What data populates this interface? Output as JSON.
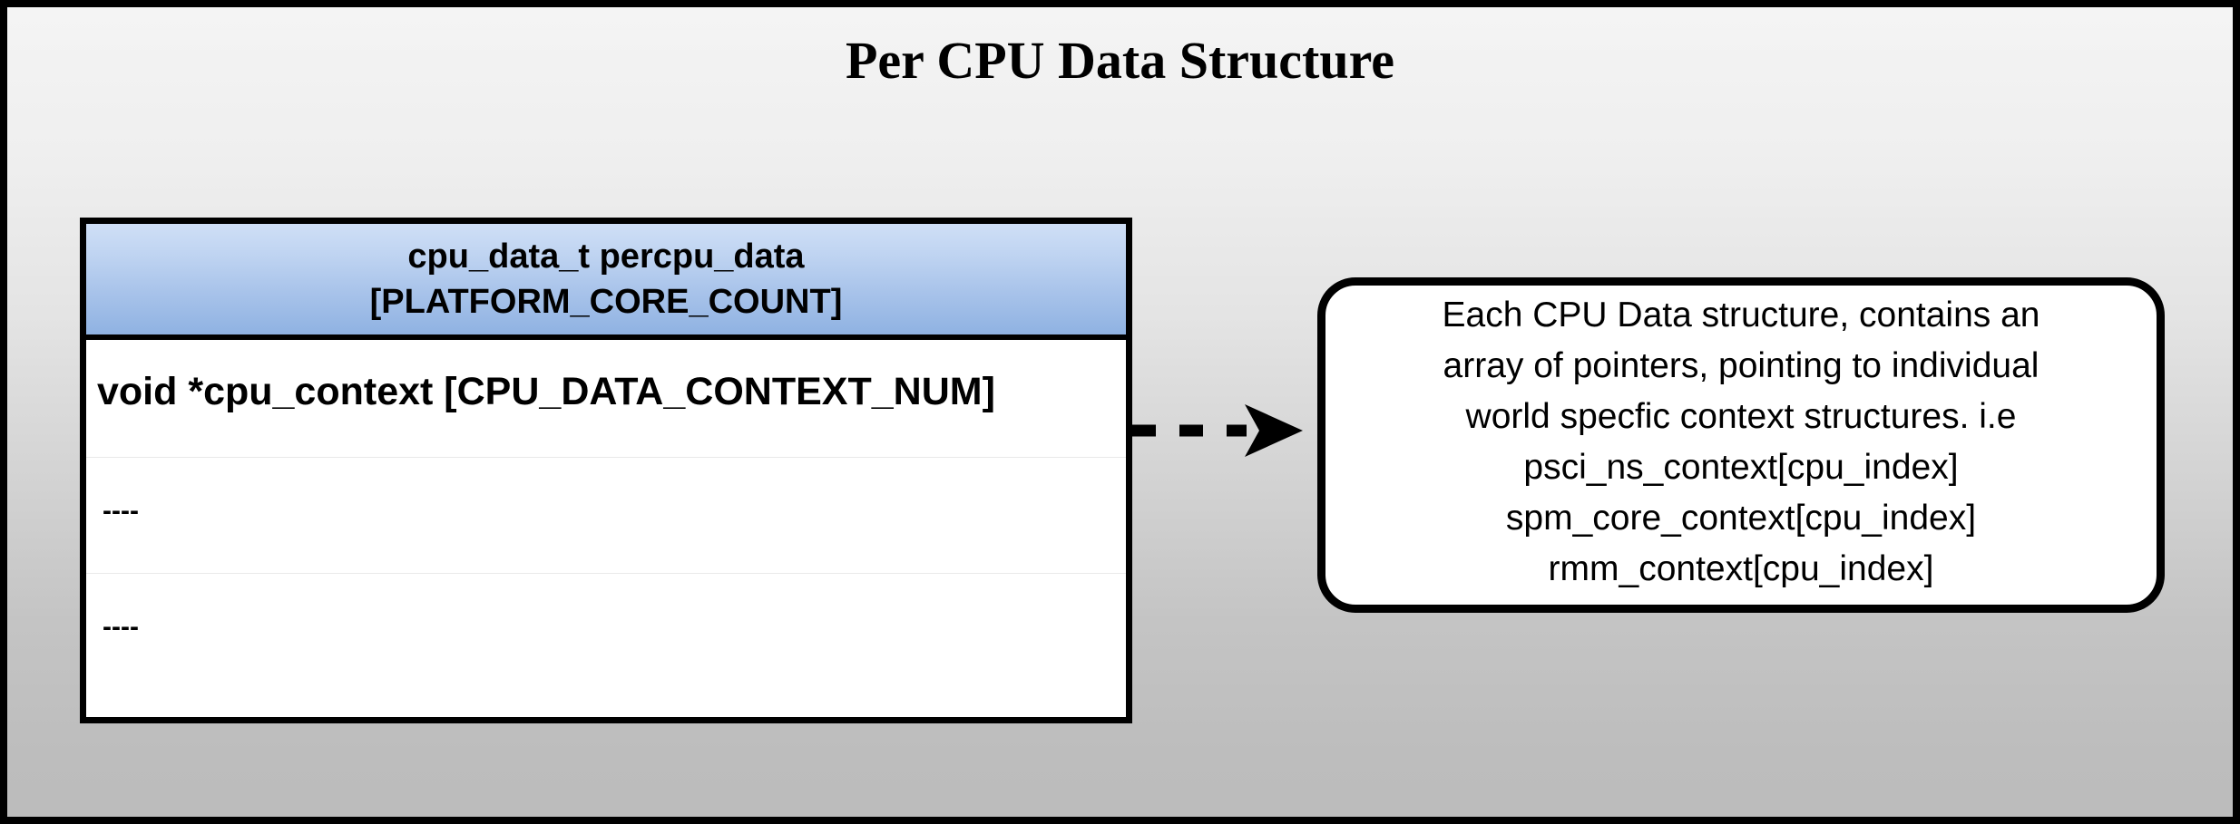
{
  "diagram": {
    "title": "Per CPU Data Structure",
    "background": {
      "top_color": "#f4f4f4",
      "bottom_color": "#bdbdbd",
      "border_color": "#000000"
    },
    "struct_table": {
      "header": {
        "line1": "cpu_data_t percpu_data",
        "line2": "[PLATFORM_CORE_COUNT]",
        "gradient_top": "#cfdff6",
        "gradient_bottom": "#8fb2e2"
      },
      "rows": [
        {
          "label": "void *cpu_context [CPU_DATA_CONTEXT_NUM]"
        },
        {
          "label": "----"
        },
        {
          "label": "----"
        }
      ]
    },
    "connector": {
      "style": "dashed",
      "arrowhead": "triangle-right",
      "color": "#000000"
    },
    "note": {
      "text": "Each CPU Data structure, contains an\narray of pointers, pointing to individual\nworld specfic context structures. i.e\npsci_ns_context[cpu_index]\nspm_core_context[cpu_index]\nrmm_context[cpu_index]"
    }
  }
}
